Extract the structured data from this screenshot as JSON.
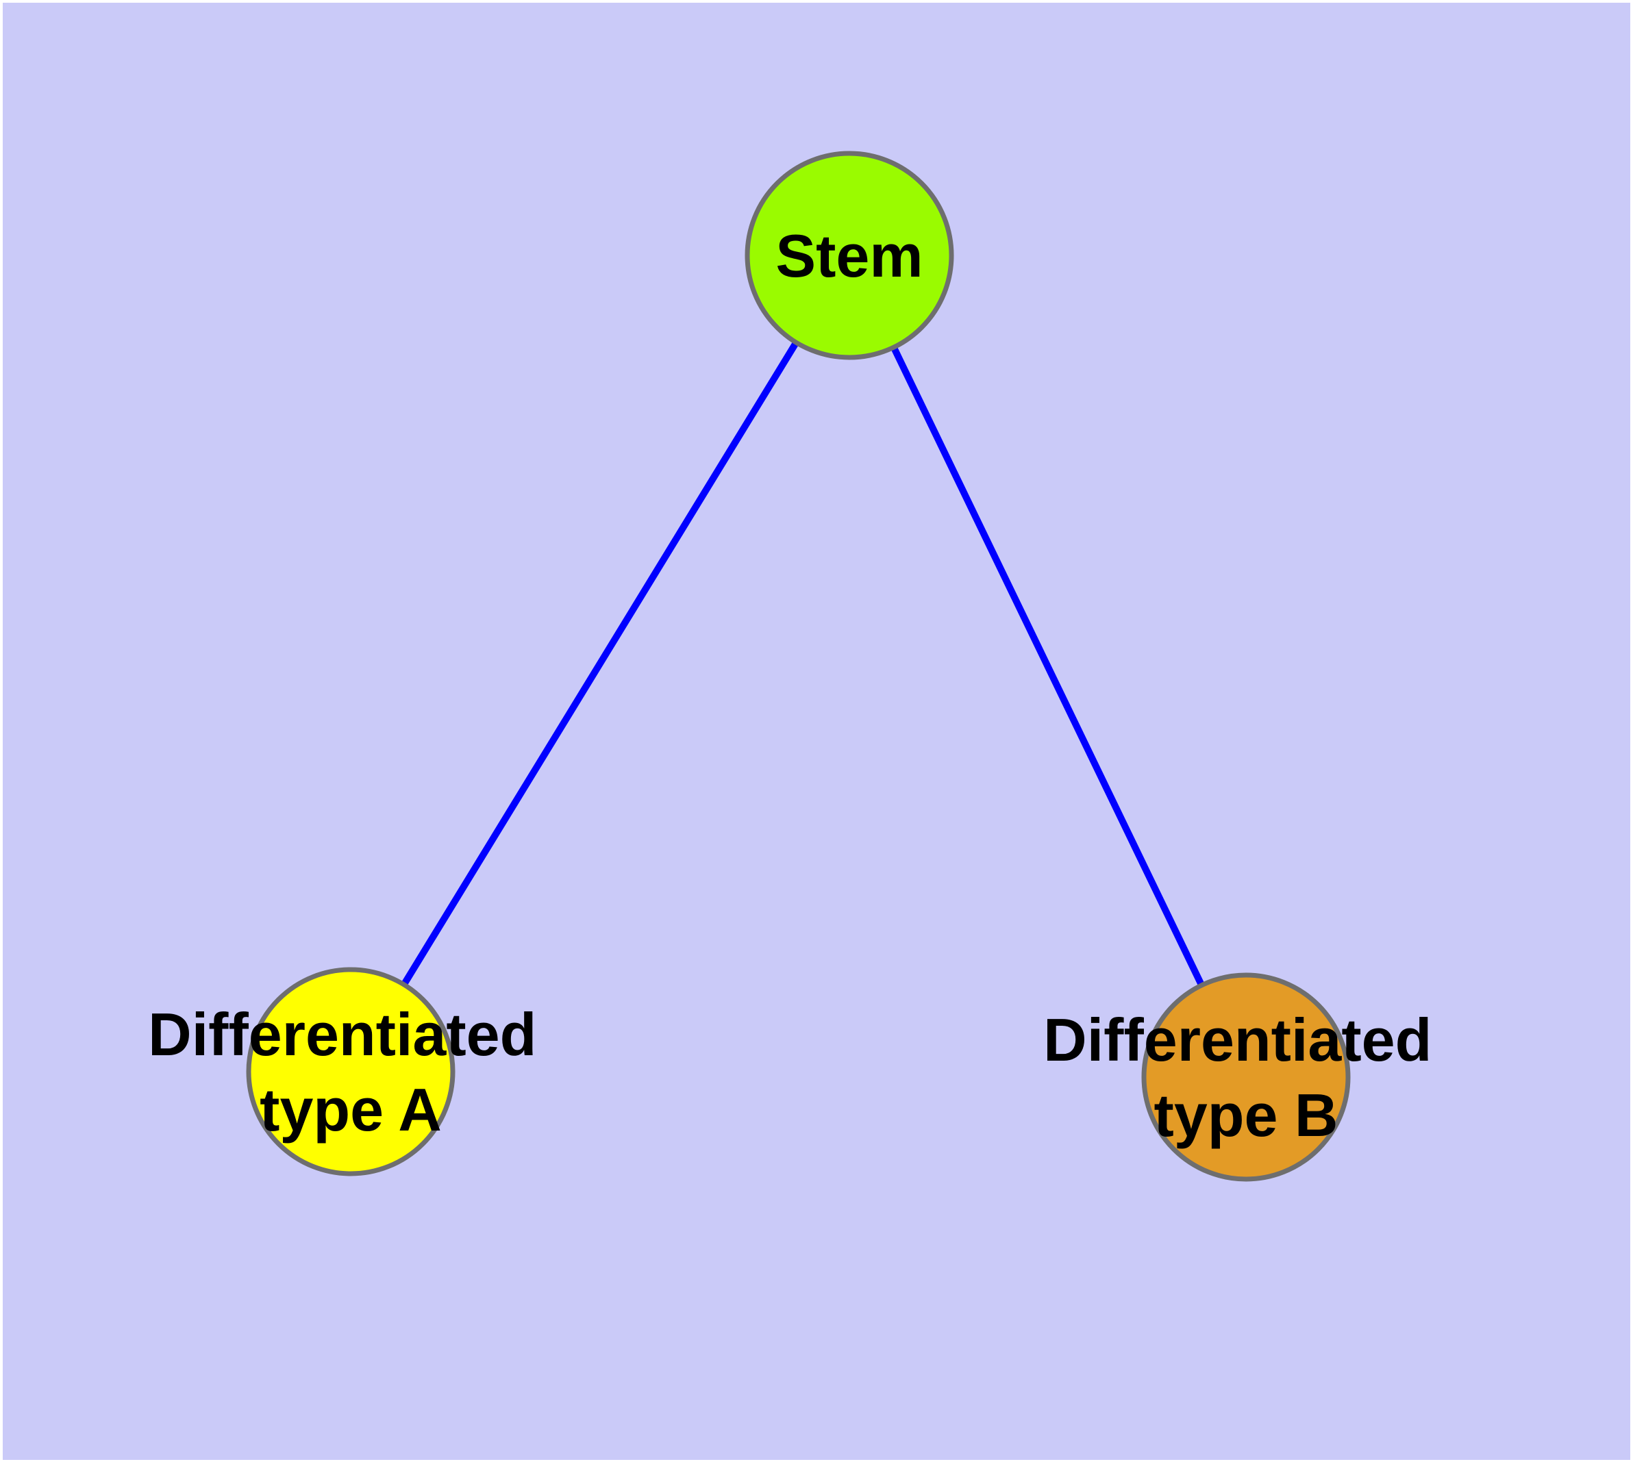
{
  "canvas": {
    "background_color": "#CACAF8",
    "frame_color": "#FFFFFF",
    "label_color": "#000000"
  },
  "nodes": {
    "stem": {
      "label": "Stem",
      "fill": "#9AFB00",
      "stroke": "#6E6E6E"
    },
    "typeA": {
      "label_line1": "Differentiated",
      "label_line2": "type A",
      "fill": "#FFFF00",
      "stroke": "#6E6E6E"
    },
    "typeB": {
      "label_line1": "Differentiated",
      "label_line2": "type B",
      "fill": "#E39B26",
      "stroke": "#6E6E6E"
    }
  },
  "edges": {
    "stroke": "#0000FF",
    "list": [
      {
        "from": "Stem",
        "to": "Differentiated type A"
      },
      {
        "from": "Stem",
        "to": "Differentiated type B"
      }
    ]
  }
}
